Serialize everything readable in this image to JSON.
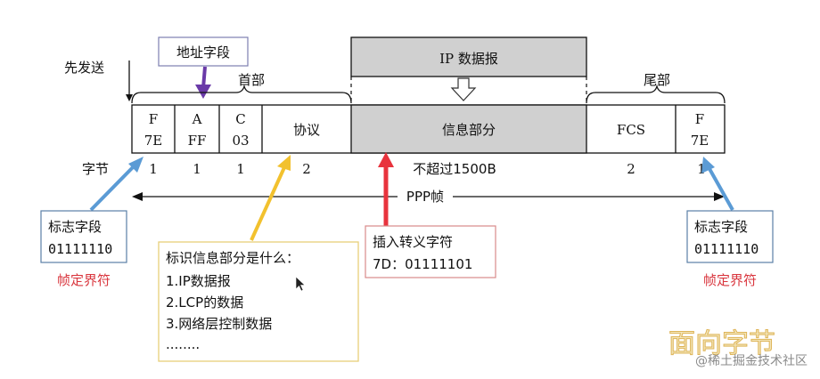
{
  "diagram": {
    "send_first": "先发送",
    "header_label": "首部",
    "trailer_label": "尾部",
    "ip_datagram": "IP 数据报",
    "address_field_callout": "地址字段",
    "bytes_label": "字节",
    "frame_label": "PPP帧",
    "fields": [
      {
        "line1": "F",
        "line2": "7E",
        "bytes": "1"
      },
      {
        "line1": "A",
        "line2": "FF",
        "bytes": "1"
      },
      {
        "line1": "C",
        "line2": "03",
        "bytes": "1"
      },
      {
        "line1": "协议",
        "line2": "",
        "bytes": "2"
      },
      {
        "line1": "信息部分",
        "line2": "",
        "bytes": "不超过1500B"
      },
      {
        "line1": "FCS",
        "line2": "",
        "bytes": "2"
      },
      {
        "line1": "F",
        "line2": "7E",
        "bytes": "1"
      }
    ],
    "flag_left": {
      "title": "标志字段",
      "value": "01111110",
      "note": "帧定界符"
    },
    "flag_right": {
      "title": "标志字段",
      "value": "01111110",
      "note": "帧定界符"
    },
    "protocol_box": {
      "title": "标识信息部分是什么：",
      "items": [
        "1.IP数据报",
        "2.LCP的数据",
        "3.网络层控制数据",
        "........"
      ]
    },
    "escape_box": {
      "title": "插入转义字符",
      "value": "7D：01111101"
    },
    "watermark": "面向字节",
    "credit": "@稀土掘金技术社区",
    "colors": {
      "blue_arrow": "#5b9bd5",
      "yellow_arrow": "#f2c12e",
      "red_arrow": "#e8333d",
      "purple_arrow": "#6a3aa8",
      "info_fill": "#d0d0d0",
      "note_red": "#d9363e",
      "watermark": "#e6b84a"
    }
  }
}
